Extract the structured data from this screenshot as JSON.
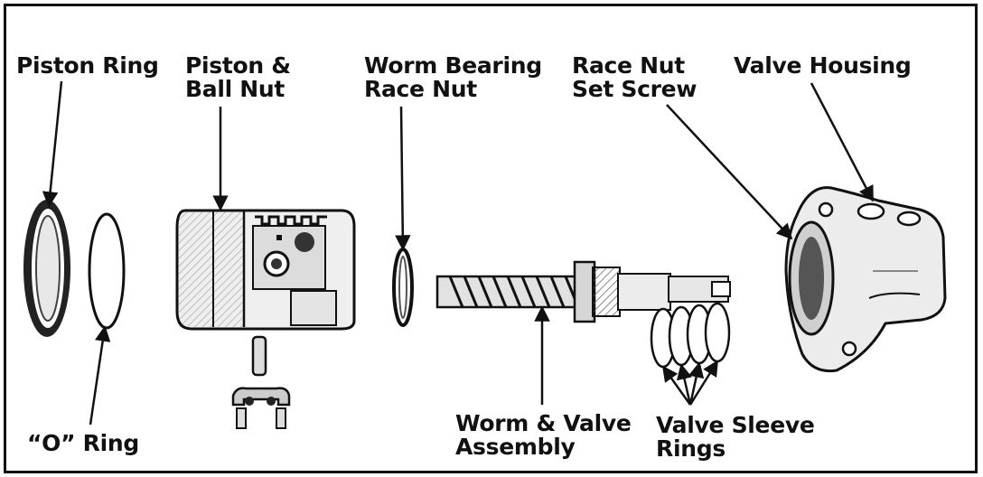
{
  "labels": {
    "piston_ring": "Piston Ring",
    "piston_ball_nut": [
      "Piston &",
      "Ball Nut"
    ],
    "worm_bearing_race_nut": [
      "Worm Bearing",
      "Race Nut"
    ],
    "race_nut_set_screw": [
      "Race Nut",
      "Set Screw"
    ],
    "valve_housing": "Valve Housing",
    "o_ring": "“O” Ring",
    "worm_valve_assembly": [
      "Worm & Valve",
      "Assembly"
    ],
    "valve_sleeve_rings": [
      "Valve Sleeve",
      "Rings"
    ]
  },
  "colors": {
    "ink": "#111111",
    "paper": "#ffffff",
    "shade": "#d8d8d8"
  }
}
